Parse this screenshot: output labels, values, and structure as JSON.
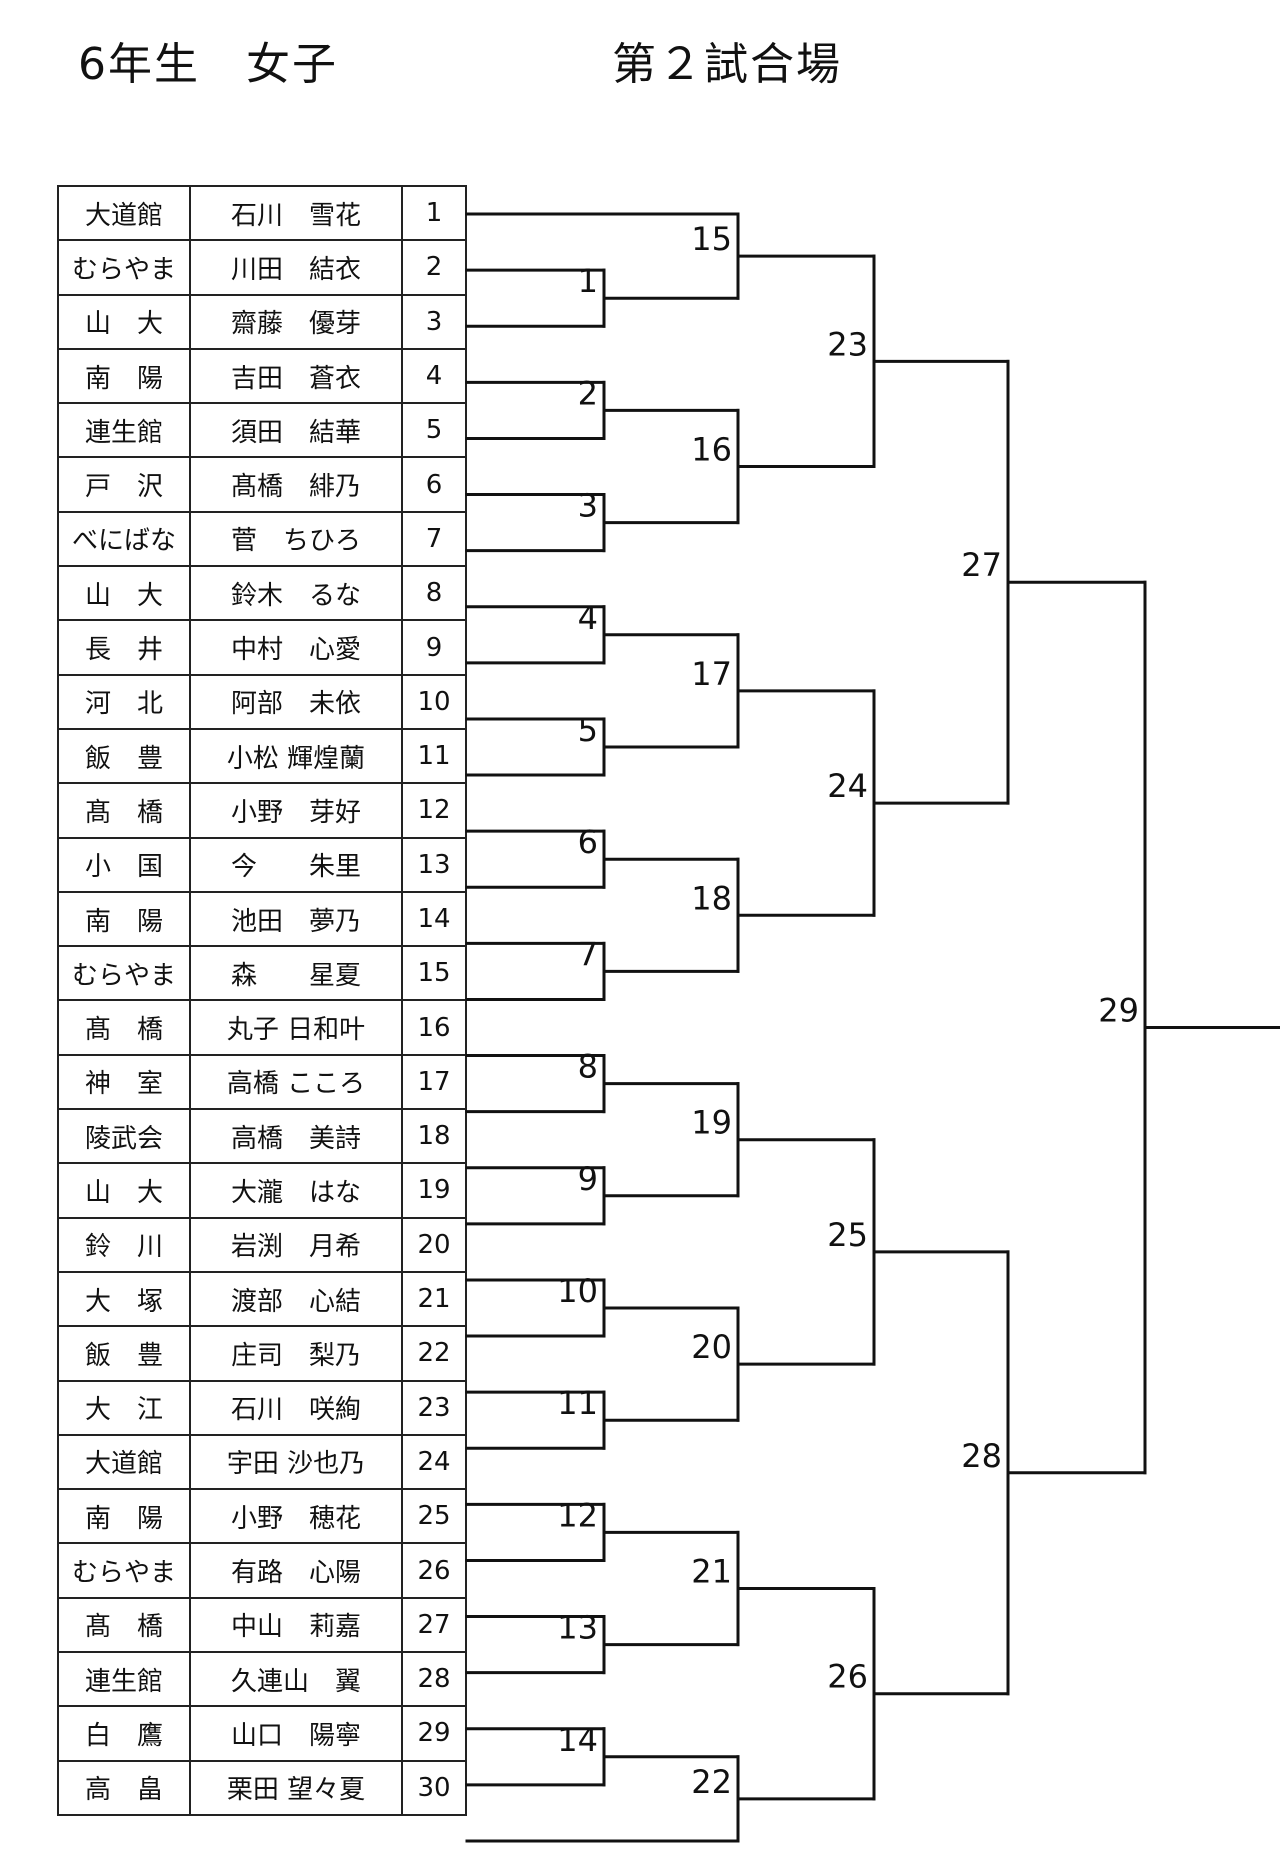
{
  "header": {
    "title_left": "6年生　女子",
    "title_right": "第２試合場"
  },
  "entries": [
    {
      "team": "大道館",
      "player": "石川　雪花",
      "num": "1"
    },
    {
      "team": "むらやま",
      "player": "川田　結衣",
      "num": "2"
    },
    {
      "team": "山　大",
      "player": "齋藤　優芽",
      "num": "3"
    },
    {
      "team": "南　陽",
      "player": "吉田　蒼衣",
      "num": "4"
    },
    {
      "team": "連生館",
      "player": "須田　結華",
      "num": "5"
    },
    {
      "team": "戸　沢",
      "player": "髙橋　緋乃",
      "num": "6"
    },
    {
      "team": "べにばな",
      "player": "菅　ちひろ",
      "num": "7"
    },
    {
      "team": "山　大",
      "player": "鈴木　るな",
      "num": "8"
    },
    {
      "team": "長　井",
      "player": "中村　心愛",
      "num": "9"
    },
    {
      "team": "河　北",
      "player": "阿部　未依",
      "num": "10"
    },
    {
      "team": "飯　豊",
      "player": "小松 輝煌蘭",
      "num": "11"
    },
    {
      "team": "髙　橋",
      "player": "小野　芽好",
      "num": "12"
    },
    {
      "team": "小　国",
      "player": "今　　朱里",
      "num": "13"
    },
    {
      "team": "南　陽",
      "player": "池田　夢乃",
      "num": "14"
    },
    {
      "team": "むらやま",
      "player": "森　　星夏",
      "num": "15"
    },
    {
      "team": "髙　橋",
      "player": "丸子 日和叶",
      "num": "16"
    },
    {
      "team": "神　室",
      "player": "高橋 こころ",
      "num": "17"
    },
    {
      "team": "陵武会",
      "player": "高橋　美詩",
      "num": "18"
    },
    {
      "team": "山　大",
      "player": "大瀧　はな",
      "num": "19"
    },
    {
      "team": "鈴　川",
      "player": "岩渕　月希",
      "num": "20"
    },
    {
      "team": "大　塚",
      "player": "渡部　心結",
      "num": "21"
    },
    {
      "team": "飯　豊",
      "player": "庄司　梨乃",
      "num": "22"
    },
    {
      "team": "大　江",
      "player": "石川　咲絢",
      "num": "23"
    },
    {
      "team": "大道館",
      "player": "宇田 沙也乃",
      "num": "24"
    },
    {
      "team": "南　陽",
      "player": "小野　穂花",
      "num": "25"
    },
    {
      "team": "むらやま",
      "player": "有路　心陽",
      "num": "26"
    },
    {
      "team": "髙　橋",
      "player": "中山　莉嘉",
      "num": "27"
    },
    {
      "team": "連生館",
      "player": "久連山　翼",
      "num": "28"
    },
    {
      "team": "白　鷹",
      "player": "山口　陽寧",
      "num": "29"
    },
    {
      "team": "高　畠",
      "player": "栗田 望々夏",
      "num": "30"
    }
  ],
  "bracket": {
    "round1": [
      {
        "label": "1",
        "players": [
          2,
          3
        ]
      },
      {
        "label": "2",
        "players": [
          4,
          5
        ]
      },
      {
        "label": "3",
        "players": [
          6,
          7
        ]
      },
      {
        "label": "4",
        "players": [
          8,
          9
        ]
      },
      {
        "label": "5",
        "players": [
          10,
          11
        ]
      },
      {
        "label": "6",
        "players": [
          12,
          13
        ]
      },
      {
        "label": "7",
        "players": [
          14,
          15
        ]
      },
      {
        "label": "8",
        "players": [
          16,
          17
        ]
      },
      {
        "label": "9",
        "players": [
          18,
          19
        ]
      },
      {
        "label": "10",
        "players": [
          20,
          21
        ]
      },
      {
        "label": "11",
        "players": [
          22,
          23
        ]
      },
      {
        "label": "12",
        "players": [
          24,
          25
        ]
      },
      {
        "label": "13",
        "players": [
          26,
          27
        ]
      },
      {
        "label": "14",
        "players": [
          28,
          29
        ]
      }
    ],
    "round2": [
      {
        "label": "15",
        "from": [
          "p1",
          "1"
        ]
      },
      {
        "label": "16",
        "from": [
          "2",
          "3"
        ]
      },
      {
        "label": "17",
        "from": [
          "4",
          "5"
        ]
      },
      {
        "label": "18",
        "from": [
          "6",
          "7"
        ]
      },
      {
        "label": "19",
        "from": [
          "8",
          "9"
        ]
      },
      {
        "label": "20",
        "from": [
          "10",
          "11"
        ]
      },
      {
        "label": "21",
        "from": [
          "12",
          "13"
        ]
      },
      {
        "label": "22",
        "from": [
          "14",
          "p30"
        ]
      }
    ],
    "round3": [
      {
        "label": "23",
        "from": [
          "15",
          "16"
        ]
      },
      {
        "label": "24",
        "from": [
          "17",
          "18"
        ]
      },
      {
        "label": "25",
        "from": [
          "19",
          "20"
        ]
      },
      {
        "label": "26",
        "from": [
          "21",
          "22"
        ]
      }
    ],
    "round4": [
      {
        "label": "27",
        "from": [
          "23",
          "24"
        ]
      },
      {
        "label": "28",
        "from": [
          "25",
          "26"
        ]
      }
    ],
    "round5": [
      {
        "label": "29",
        "from": [
          "27",
          "28"
        ]
      }
    ]
  }
}
